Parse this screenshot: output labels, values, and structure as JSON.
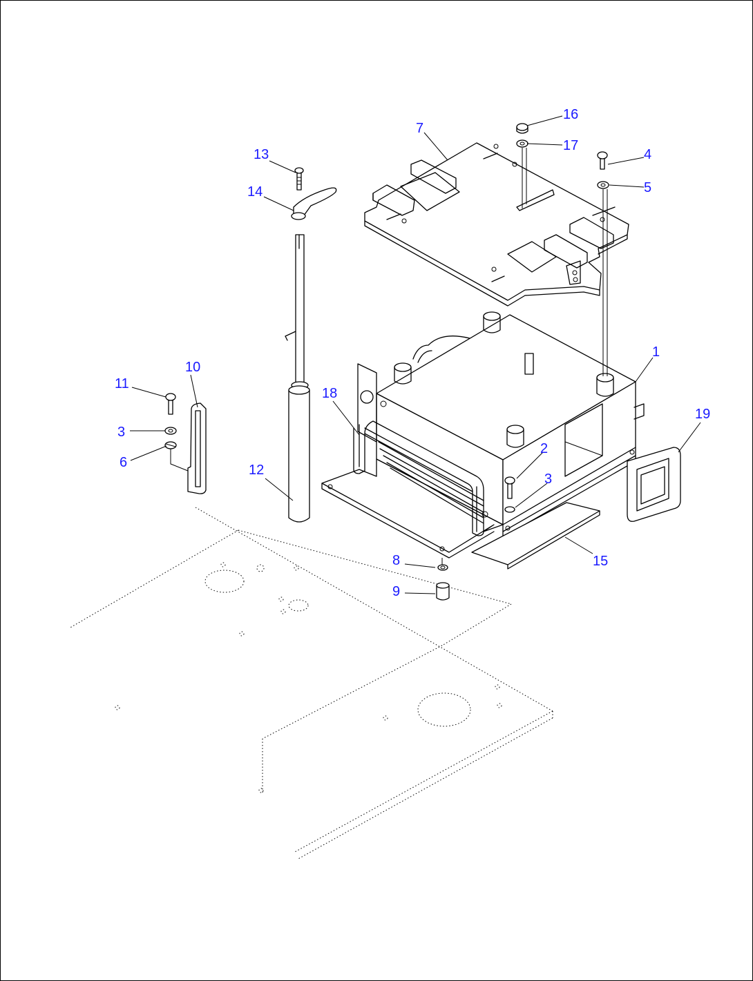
{
  "callouts": {
    "c1": "1",
    "c2": "2",
    "c3a": "3",
    "c3b": "3",
    "c4": "4",
    "c5": "5",
    "c6": "6",
    "c7": "7",
    "c8": "8",
    "c9": "9",
    "c10": "10",
    "c11": "11",
    "c12": "12",
    "c13": "13",
    "c14": "14",
    "c15": "15",
    "c16": "16",
    "c17": "17",
    "c18": "18",
    "c19": "19"
  },
  "colors": {
    "callout": "#1a1aff",
    "lines": "#000000",
    "background": "#ffffff"
  }
}
